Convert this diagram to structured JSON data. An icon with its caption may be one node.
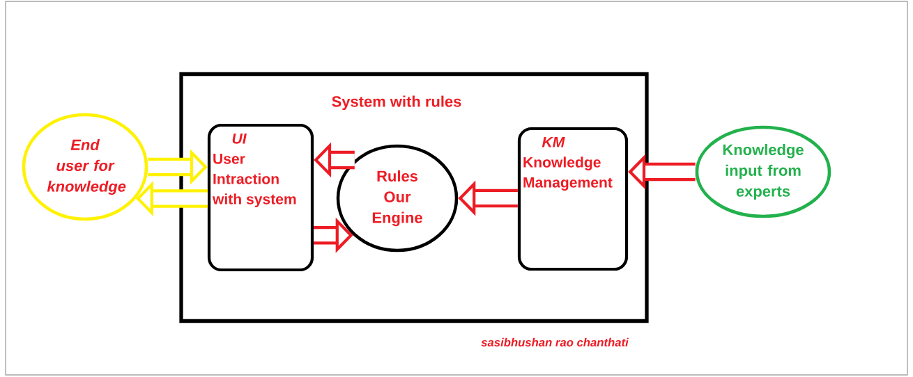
{
  "diagram": {
    "nodes": [
      {
        "text": [
          "System with rules"
        ]
      },
      {
        "text": [
          "UI",
          "User Intraction with system"
        ],
        "in": 0
      },
      {
        "text": [
          "Rules Our Engine"
        ],
        "in": 0
      },
      {
        "text": [
          "KM",
          "Knowledge Management"
        ],
        "in": 0
      },
      {
        "text": [
          "End user for knowledge"
        ]
      },
      {
        "text": [
          "Knowledge input from experts"
        ]
      }
    ],
    "edges": [
      {
        "from": 4,
        "to": 1,
        "arrow": "to",
        "color": "#fff200"
      },
      {
        "from": 1,
        "to": 4,
        "arrow": "to",
        "color": "#fff200"
      },
      {
        "from": 2,
        "to": 1,
        "arrow": "to"
      },
      {
        "from": 1,
        "to": 2,
        "arrow": "to"
      },
      {
        "from": 3,
        "to": 2,
        "arrow": "to"
      },
      {
        "from": 5,
        "to": 3,
        "arrow": "to"
      }
    ],
    "labels": [
      "sasibhushan rao chanthati"
    ]
  }
}
